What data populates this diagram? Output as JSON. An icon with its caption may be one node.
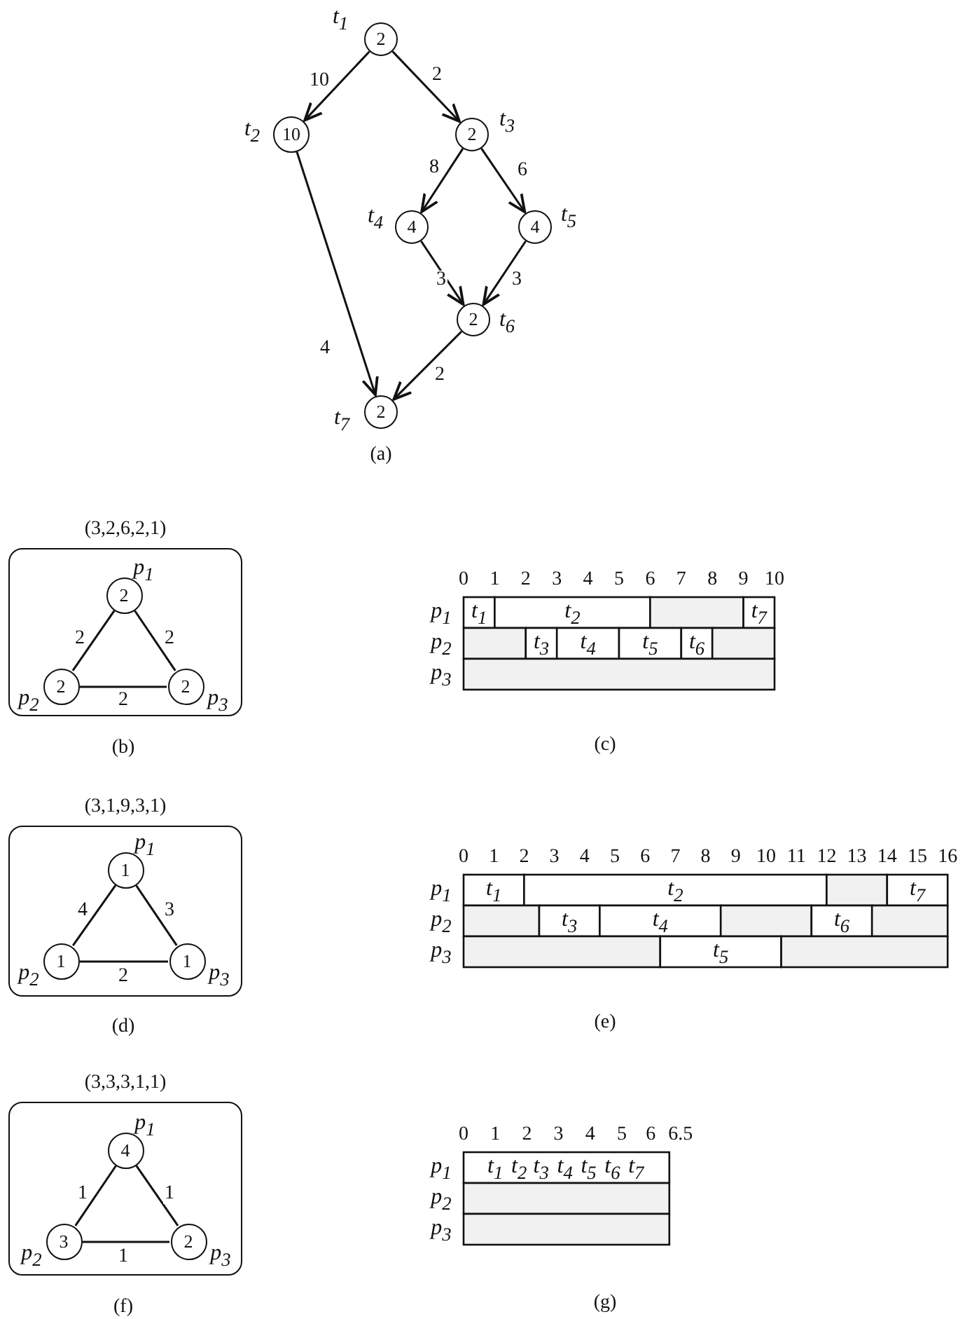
{
  "diagram": {
    "nodes": [
      {
        "text": [
          "2"
        ],
        "beside": [
          "t$_{1}$"
        ]
      },
      {
        "text": [
          "10"
        ],
        "beside": [
          "t$_{2}$"
        ]
      },
      {
        "text": [
          "2"
        ],
        "beside": [
          "t$_{3}$"
        ]
      },
      {
        "text": [
          "4"
        ],
        "beside": [
          "t$_{4}$"
        ]
      },
      {
        "text": [
          "4"
        ],
        "beside": [
          "t$_{5}$"
        ]
      },
      {
        "text": [
          "2"
        ],
        "beside": [
          "t$_{6}$"
        ]
      },
      {
        "text": [
          "2"
        ],
        "beside": [
          "t$_{7}$"
        ]
      },
      {
        "text": [
          "(3,2,6,2,1)"
        ]
      },
      {
        "text": [
          "2"
        ],
        "beside": [
          "p$_{1}$"
        ],
        "in": 7
      },
      {
        "text": [
          "2"
        ],
        "beside": [
          "p$_{2}$"
        ],
        "in": 7
      },
      {
        "text": [
          "2"
        ],
        "beside": [
          "p$_{3}$"
        ],
        "in": 7
      },
      {
        "text": [
          "(3,1,9,3,1)"
        ]
      },
      {
        "text": [
          "1"
        ],
        "beside": [
          "p$_{1}$"
        ],
        "in": 11
      },
      {
        "text": [
          "1"
        ],
        "beside": [
          "p$_{2}$"
        ],
        "in": 11
      },
      {
        "text": [
          "1"
        ],
        "beside": [
          "p$_{3}$"
        ],
        "in": 11
      },
      {
        "text": [
          "(3,3,3,1,1)"
        ]
      },
      {
        "text": [
          "4"
        ],
        "beside": [
          "p$_{1}$"
        ],
        "in": 15
      },
      {
        "text": [
          "3"
        ],
        "beside": [
          "p$_{2}$"
        ],
        "in": 15
      },
      {
        "text": [
          "2"
        ],
        "beside": [
          "p$_{3}$"
        ],
        "in": 15
      }
    ],
    "edges": [
      {
        "from": 0,
        "to": 1,
        "arrow": "to",
        "label": "10"
      },
      {
        "from": 0,
        "to": 2,
        "arrow": "to",
        "label": "2"
      },
      {
        "from": 2,
        "to": 3,
        "arrow": "to",
        "label": "8"
      },
      {
        "from": 2,
        "to": 4,
        "arrow": "to",
        "label": "6"
      },
      {
        "from": 1,
        "to": 6,
        "arrow": "to",
        "label": "4"
      },
      {
        "from": 3,
        "to": 5,
        "arrow": "to",
        "label": "3"
      },
      {
        "from": 4,
        "to": 5,
        "arrow": "to",
        "label": "3"
      },
      {
        "from": 5,
        "to": 6,
        "arrow": "to",
        "label": "2"
      },
      {
        "from": 8,
        "to": 9,
        "arrow": "none",
        "label": "2"
      },
      {
        "from": 8,
        "to": 10,
        "arrow": "none",
        "label": "2"
      },
      {
        "from": 9,
        "to": 10,
        "arrow": "none",
        "label": "2"
      },
      {
        "from": 12,
        "to": 13,
        "arrow": "none",
        "label": "4"
      },
      {
        "from": 12,
        "to": 14,
        "arrow": "none",
        "label": "3"
      },
      {
        "from": 13,
        "to": 14,
        "arrow": "none",
        "label": "2"
      },
      {
        "from": 16,
        "to": 17,
        "arrow": "none",
        "label": "1"
      },
      {
        "from": 16,
        "to": 18,
        "arrow": "none",
        "label": "1"
      },
      {
        "from": 17,
        "to": 18,
        "arrow": "none",
        "label": "1"
      }
    ],
    "labels": [
      "(a)",
      "0",
      "1",
      "2",
      "3",
      "4",
      "5",
      "6",
      "7",
      "8",
      "9",
      "10",
      "p$_{1}$",
      "t$_{1}$",
      "t$_{2}$",
      "t$_{7}$",
      "p$_{2}$",
      "t$_{3}$",
      "t$_{4}$",
      "t$_{5}$",
      "t$_{6}$",
      "p$_{3}$",
      "(b)",
      "(c)",
      "0",
      "1",
      "2",
      "3",
      "4",
      "5",
      "6",
      "7",
      "8",
      "9",
      "10",
      "11",
      "12",
      "13",
      "14",
      "15",
      "16",
      "p$_{1}$",
      "t$_{1}$",
      "t$_{2}$",
      "t$_{7}$",
      "p$_{2}$",
      "t$_{3}$",
      "t$_{4}$",
      "t$_{6}$",
      "p$_{3}$",
      "t$_{5}$",
      "(d)",
      "(e)",
      "0",
      "1",
      "2",
      "3",
      "4",
      "5",
      "6",
      "6.5",
      "p$_{1}$",
      "t$_{1}$",
      "t$_{2}$",
      "t$_{3}$",
      "t$_{4}$",
      "t$_{5}$",
      "t$_{6}$",
      "t$_{7}$",
      "p$_{2}$",
      "p$_{3}$",
      "(f)",
      "(g)"
    ]
  }
}
